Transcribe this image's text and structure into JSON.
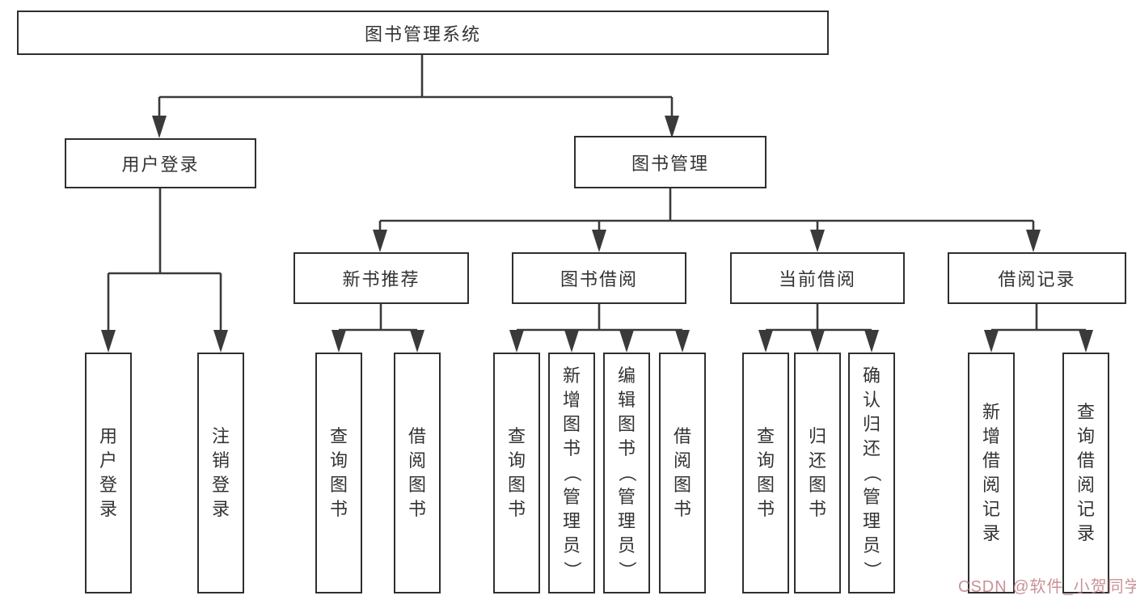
{
  "diagram": {
    "title": "图书管理系统",
    "level1": {
      "user_login": "用户登录",
      "book_mgmt": "图书管理"
    },
    "level2": {
      "new_books": "新书推荐",
      "book_borrow": "图书借阅",
      "current_borrow": "当前借阅",
      "borrow_records": "借阅记录"
    },
    "leaves": {
      "user_login": [
        "用户登录",
        "注销登录"
      ],
      "new_books": [
        "查询图书",
        "借阅图书"
      ],
      "book_borrow": [
        "查询图书",
        "新增图书（管理员）",
        "编辑图书（管理员）",
        "借阅图书"
      ],
      "current_borrow": [
        "查询图书",
        "归还图书",
        "确认归还（管理员）"
      ],
      "borrow_records": [
        "新增借阅记录",
        "查询借阅记录"
      ]
    },
    "line_color": "#3a3a3a",
    "box_border_color": "#2f2f2f",
    "text_color": "#333333"
  },
  "watermark": {
    "text": "CSDN @软件_小贺同学",
    "color": "#c17e85"
  }
}
